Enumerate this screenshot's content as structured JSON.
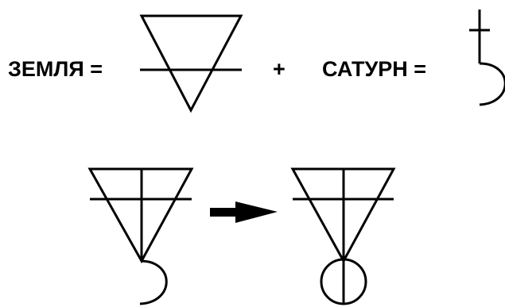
{
  "equation": {
    "earth_label": "ЗЕМЛЯ =",
    "plus_label": "+",
    "saturn_label": "САТУРН ="
  },
  "colors": {
    "ink": "#000000",
    "background": "#ffffff"
  },
  "symbols": [
    "earth-symbol",
    "saturn-symbol",
    "combined-symbol",
    "transformation-arrow",
    "result-symbol"
  ]
}
